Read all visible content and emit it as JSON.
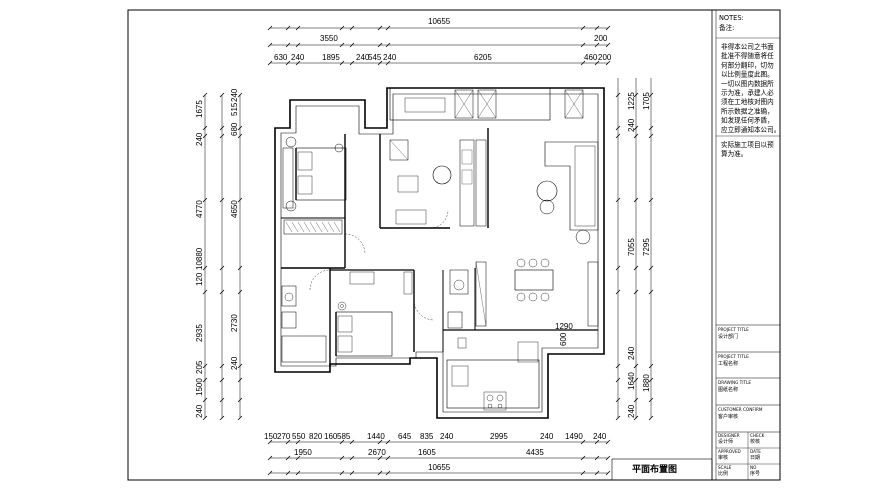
{
  "drawing_title": "平面布置图",
  "notes": {
    "header": "NOTES:",
    "header_cn": "备注:",
    "lines": [
      "非得本公司之书面",
      "批准不得随意将任",
      "何部分翻印，切勿",
      "以比例量度此图。",
      "一切以图内数据所",
      "示为准，承建人必",
      "须在工地核对图内",
      "所示数据之准确，",
      "如发现任何矛盾，",
      "应立即通知本公司。"
    ],
    "line2": [
      "实际施工项目以预",
      "算为准。"
    ]
  },
  "title_block": [
    {
      "label": "PROJECT TITLE",
      "value": "设计部门"
    },
    {
      "label": "PROJECT TITLE",
      "value": "工程名称"
    },
    {
      "label": "DRAWING TITLE",
      "value": "图纸名称"
    },
    {
      "label": "CUSTOMER CONFIRM",
      "value": "客户审核"
    }
  ],
  "title_grid": [
    [
      "DESIGNER",
      "CHECK"
    ],
    [
      "设计师",
      "校核"
    ],
    [
      "APPROVED",
      "DATE"
    ],
    [
      "审核",
      "日期"
    ],
    [
      "SCALE",
      "NO"
    ],
    [
      "比例",
      "序号"
    ]
  ],
  "dims_top_total": "10655",
  "dims_top_row2": [
    "3550",
    "200"
  ],
  "dims_top_row3": [
    "630",
    "240",
    "1895",
    "240",
    "545",
    "240",
    "6205",
    "460",
    "200"
  ],
  "dims_bottom_row1": [
    "150",
    "270",
    "550",
    "820",
    "160",
    "585",
    "1440",
    "645",
    "835",
    "240",
    "2995",
    "240",
    "1490",
    "240"
  ],
  "dims_bottom_row2": [
    "1950",
    "2670",
    "1605",
    "4435"
  ],
  "dims_bottom_total": "10655",
  "dims_left_outer": [
    "1675",
    "240",
    "4770",
    "10880",
    "120",
    "2935",
    "205",
    "1500",
    "240"
  ],
  "dims_left_inner": [
    "515",
    "240",
    "680",
    "4650",
    "2730",
    "240"
  ],
  "dims_right_inner": [
    "1225",
    "240",
    "7055",
    "240",
    "1640",
    "240"
  ],
  "dims_right_outer": [
    "1705",
    "7295",
    "1880"
  ],
  "dims_interior": [
    "1290",
    "600"
  ]
}
